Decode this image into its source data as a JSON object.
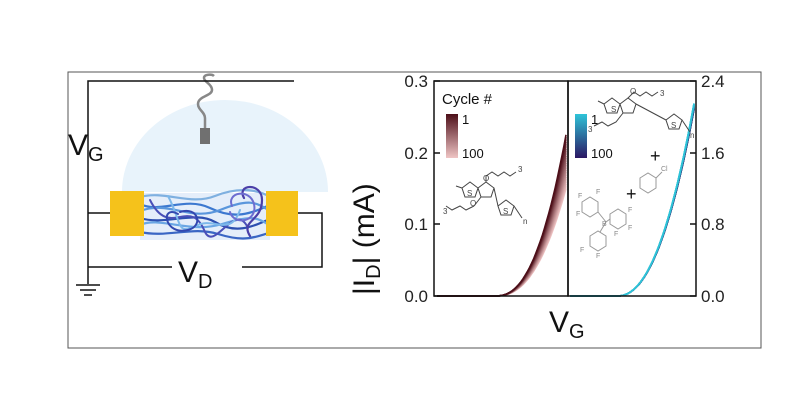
{
  "schematic": {
    "gate_label": "V",
    "gate_sub": "G",
    "drain_label": "V",
    "drain_sub": "D"
  },
  "chart_data": {
    "type": "line",
    "xlabel": "V",
    "xlabel_sub": "G",
    "ylabel_prefix": "|I",
    "ylabel_sub": "D",
    "ylabel_suffix": "|  (mA)",
    "panels": [
      {
        "y_axis_side": "left",
        "ylim": [
          0,
          0.3
        ],
        "yticks": [
          "0.0",
          "0.1",
          "0.2",
          "0.3"
        ],
        "colorbar_title": "Cycle #",
        "colorbar_top": "1",
        "colorbar_bottom": "100",
        "colors": [
          "#4d0f19",
          "#efc4c4"
        ],
        "curve_max_range": [
          0.225,
          0.15
        ],
        "cycles": 100
      },
      {
        "y_axis_side": "right",
        "ylim": [
          0,
          2.4
        ],
        "yticks": [
          "0.0",
          "0.8",
          "1.6",
          "2.4"
        ],
        "colorbar_top": "1",
        "colorbar_bottom": "100",
        "plus_label": "+",
        "colors": [
          "#2ec4d8",
          "#2b1763"
        ],
        "curve_max_range": [
          2.15,
          2.08
        ],
        "cycles": 100
      }
    ]
  },
  "chem_labels": {
    "sulfur": "S",
    "oxygen": "O",
    "chlorine": "Cl",
    "fluorine": "F",
    "boron": "B",
    "n_sub": "n",
    "three_sub": "3"
  }
}
